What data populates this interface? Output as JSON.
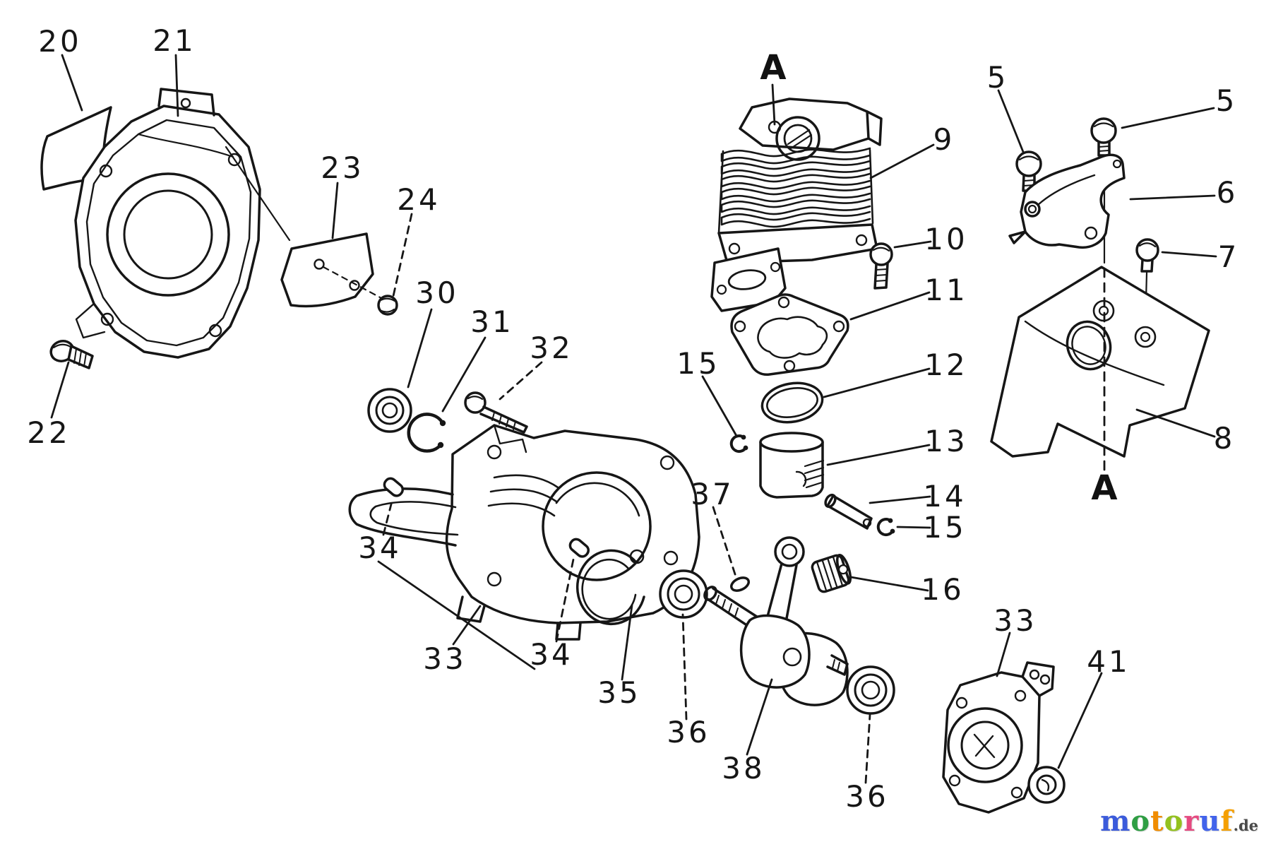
{
  "page": {
    "background": "#ffffff",
    "line_color": "#161616",
    "kind": "exploded-parts-diagram"
  },
  "diagram": {
    "section_markers": {
      "top": "A",
      "bottom": "A"
    },
    "callouts": {
      "c20": {
        "label": "20"
      },
      "c21": {
        "label": "21"
      },
      "c22": {
        "label": "22"
      },
      "c23": {
        "label": "23"
      },
      "c24": {
        "label": "24"
      },
      "c30": {
        "label": "30"
      },
      "c31": {
        "label": "31"
      },
      "c32": {
        "label": "32"
      },
      "c33_mid": {
        "label": "33"
      },
      "c33_right": {
        "label": "33"
      },
      "c34_left": {
        "label": "34"
      },
      "c34_right": {
        "label": "34"
      },
      "c35": {
        "label": "35"
      },
      "c36_left": {
        "label": "36"
      },
      "c36_right": {
        "label": "36"
      },
      "c37": {
        "label": "37"
      },
      "c38": {
        "label": "38"
      },
      "c41": {
        "label": "41"
      },
      "c5_left": {
        "label": "5"
      },
      "c5_right": {
        "label": "5"
      },
      "c6": {
        "label": "6"
      },
      "c7": {
        "label": "7"
      },
      "c8": {
        "label": "8"
      },
      "c9": {
        "label": "9"
      },
      "c10": {
        "label": "10"
      },
      "c11": {
        "label": "11"
      },
      "c12": {
        "label": "12"
      },
      "c13": {
        "label": "13"
      },
      "c14": {
        "label": "14"
      },
      "c15_left": {
        "label": "15"
      },
      "c15_right": {
        "label": "15"
      },
      "c16": {
        "label": "16"
      },
      "a_top": {
        "label": "A"
      },
      "a_bottom": {
        "label": "A"
      }
    }
  },
  "logo": {
    "letters": [
      {
        "char": "m",
        "style": "color:#3b5bdb"
      },
      {
        "char": "o",
        "style": "color:#2f9e44"
      },
      {
        "char": "t",
        "style": "color:#f08c00"
      },
      {
        "char": "o",
        "style": "color:#94c11f"
      },
      {
        "char": "r",
        "style": "color:#e64980"
      },
      {
        "char": "u",
        "style": "color:#4263eb"
      },
      {
        "char": "f",
        "style": "color:#f59f00"
      }
    ],
    "suffix": {
      "text": ".de",
      "style": "color:#4a4a4a"
    }
  }
}
